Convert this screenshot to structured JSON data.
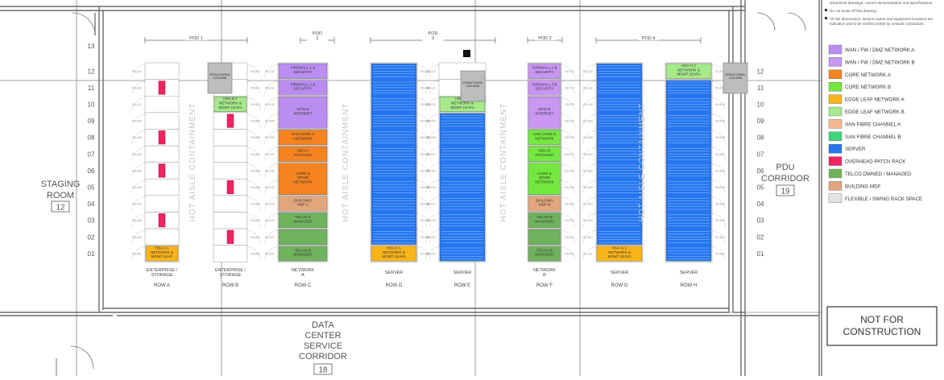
{
  "notes": {
    "line1": "disciplined drawings, current documentation and specifications",
    "line2": "Do not scale off this drawing.",
    "line3a": "All site dimensions, service routes and equipment locations are",
    "line3b": "indicative and to be verified onsite by network contractors."
  },
  "legend": [
    {
      "label": "WAN / FW / DMZ NETWORK A",
      "color": "#b98ef0"
    },
    {
      "label": "WAN / FW / DMZ NETWORK B",
      "color": "#c996f2"
    },
    {
      "label": "CORE NETWORK A",
      "color": "#f5831f"
    },
    {
      "label": "CORE NETWORK B",
      "color": "#74e83e"
    },
    {
      "label": "EDGE LEAF NETWORK A",
      "color": "#f9b41a"
    },
    {
      "label": "EDGE LEAF NETWORK B",
      "color": "#a6ea8a"
    },
    {
      "label": "SAN FIBRE CHANNEL A",
      "color": "#f4b990"
    },
    {
      "label": "SAN FIBRE CHANNEL B",
      "color": "#3ed57f"
    },
    {
      "label": "SERVER",
      "color": "#2476f0"
    },
    {
      "label": "OVERHEAD PATCH RACK",
      "color": "#ef2560"
    },
    {
      "label": "TELCO OWNED / MANAGED",
      "color": "#6fb35c"
    },
    {
      "label": "BUILDING MDF",
      "color": "#e2a67c"
    },
    {
      "label": "FLEXIBLE / SWING RACK SPACE",
      "color": "#e4e4e4"
    }
  ],
  "stamp": {
    "line1": "NOT FOR",
    "line2": "CONSTRUCTION"
  },
  "rooms": {
    "staging": {
      "line1": "STAGING",
      "line2": "ROOM",
      "number": "12"
    },
    "pdu": {
      "line1": "PDU",
      "line2": "CORRIDOR",
      "number": "19"
    },
    "corridor": {
      "line1": "DATA",
      "line2": "CENTER",
      "line3": "SERVICE",
      "line4": "CORRIDOR",
      "number": "18"
    }
  },
  "pods": [
    {
      "label": "POD 1"
    },
    {
      "label": "POD\n2"
    },
    {
      "label": "POD\n3"
    },
    {
      "label": "POD 2"
    },
    {
      "label": "POD 4"
    }
  ],
  "rack_numbers_left": [
    "13",
    "12",
    "11",
    "10",
    "09",
    "08",
    "07",
    "06",
    "05",
    "04",
    "03",
    "02",
    "01"
  ],
  "rack_numbers_right": [
    "12",
    "11",
    "10",
    "09",
    "08",
    "07",
    "06",
    "05",
    "04",
    "03",
    "02",
    "01"
  ],
  "aisle_label": "HOT AISLE CONTAINMENT",
  "structural_column": "STRUCTURAL\nCOLUMN",
  "rows": [
    {
      "id": "A",
      "type": "ENTERPRISE /\nSTORAGE",
      "label": "ROW A"
    },
    {
      "id": "B",
      "type": "ENTERPRISE /\nSTORAGE",
      "label": "ROW B"
    },
    {
      "id": "C",
      "type": "NETWORK\nA",
      "label": "ROW C"
    },
    {
      "id": "D",
      "type": "SERVER",
      "label": "ROW D"
    },
    {
      "id": "E",
      "type": "SERVER",
      "label": "ROW E"
    },
    {
      "id": "F",
      "type": "NETWORK\nB",
      "label": "ROW F"
    },
    {
      "id": "G",
      "type": "SERVER",
      "label": "ROW G"
    },
    {
      "id": "H",
      "type": "SERVER",
      "label": "ROW H"
    }
  ],
  "rack_blocks": [
    {
      "row": "A",
      "from": 1,
      "to": 1,
      "cat": "EDGE LEAF NETWORK A",
      "text": "HDA A 1\nNETWORK &\nMGMT LEAF"
    },
    {
      "row": "B",
      "from": 10,
      "to": 10,
      "cat": "EDGE LEAF NETWORK B",
      "text": "HDA B 1\nNETWORK &\nMGMT LEAFs"
    },
    {
      "row": "C",
      "from": 12,
      "to": 12,
      "cat": "WAN / FW / DMZ NETWORK A",
      "text": "FIREWALL 1 &\nSECURITY"
    },
    {
      "row": "C",
      "from": 11,
      "to": 11,
      "cat": "WAN / FW / DMZ NETWORK A",
      "text": "FIREWALL 2 &\nSECURITY"
    },
    {
      "row": "C",
      "from": 9,
      "to": 10,
      "cat": "WAN / FW / DMZ NETWORK A",
      "text": "WAN &\nINTERNET"
    },
    {
      "row": "C",
      "from": 8,
      "to": 8,
      "cat": "CORE NETWORK A",
      "text": "SAN CORE A\nNETWORK"
    },
    {
      "row": "C",
      "from": 7,
      "to": 7,
      "cat": "CORE NETWORK A",
      "text": "MDA A\nPATCHING"
    },
    {
      "row": "C",
      "from": 5,
      "to": 6,
      "cat": "CORE NETWORK A",
      "text": "CORE &\nSPINE\nNETWORK"
    },
    {
      "row": "C",
      "from": 4,
      "to": 4,
      "cat": "BUILDING MDF",
      "text": "BUILDING\nMDF A"
    },
    {
      "row": "C",
      "from": 3,
      "to": 3,
      "cat": "TELCO OWNED / MANAGED",
      "text": "TELCO B\nMANAGED"
    },
    {
      "row": "C",
      "from": 2,
      "to": 2,
      "cat": "TELCO OWNED / MANAGED",
      "text": ""
    },
    {
      "row": "C",
      "from": 1,
      "to": 1,
      "cat": "TELCO OWNED / MANAGED",
      "text": "TELCO B\nMANAGED"
    },
    {
      "row": "D",
      "from": 2,
      "to": 12,
      "cat": "SERVER",
      "text": ""
    },
    {
      "row": "D",
      "from": 1,
      "to": 1,
      "cat": "EDGE LEAF NETWORK A",
      "text": "HDA D 1\nNETWORK &\nMGMT LEAFs"
    },
    {
      "row": "E",
      "from": 10,
      "to": 10,
      "cat": "EDGE LEAF NETWORK B",
      "text": "HDA E 2\nNETWORK &\nMGMT LEAFs"
    },
    {
      "row": "E",
      "from": 1,
      "to": 9,
      "cat": "SERVER",
      "text": ""
    },
    {
      "row": "F",
      "from": 12,
      "to": 12,
      "cat": "WAN / FW / DMZ NETWORK B",
      "text": "FIREWALL 1 B\nSECURITY"
    },
    {
      "row": "F",
      "from": 11,
      "to": 11,
      "cat": "WAN / FW / DMZ NETWORK B",
      "text": "FIREWALL 2 B\nSECURITY"
    },
    {
      "row": "F",
      "from": 9,
      "to": 10,
      "cat": "WAN / FW / DMZ NETWORK B",
      "text": "WAN B\nINTERNET"
    },
    {
      "row": "F",
      "from": 8,
      "to": 8,
      "cat": "CORE NETWORK B",
      "text": "SAN CORE B\nNETWORK"
    },
    {
      "row": "F",
      "from": 7,
      "to": 7,
      "cat": "CORE NETWORK B",
      "text": "MDA B\nPATCHING"
    },
    {
      "row": "F",
      "from": 5,
      "to": 6,
      "cat": "CORE NETWORK B",
      "text": "CORE &\nSPINE\nNETWORK"
    },
    {
      "row": "F",
      "from": 4,
      "to": 4,
      "cat": "BUILDING MDF",
      "text": "BUILDING\nMDF B"
    },
    {
      "row": "F",
      "from": 3,
      "to": 3,
      "cat": "TELCO OWNED / MANAGED",
      "text": "TELCO B\nMANAGED"
    },
    {
      "row": "F",
      "from": 2,
      "to": 2,
      "cat": "TELCO OWNED / MANAGED",
      "text": ""
    },
    {
      "row": "F",
      "from": 1,
      "to": 1,
      "cat": "TELCO OWNED / MANAGED",
      "text": "TELCO B\nMANAGED"
    },
    {
      "row": "G",
      "from": 2,
      "to": 12,
      "cat": "SERVER",
      "text": ""
    },
    {
      "row": "G",
      "from": 1,
      "to": 1,
      "cat": "EDGE LEAF NETWORK A",
      "text": "HDA G 1\nNETWORK &\nMGMT LEAFs"
    },
    {
      "row": "H",
      "from": 12,
      "to": 12,
      "cat": "EDGE LEAF NETWORK B",
      "text": "HDA H 2\nNETWORK &\nMGMT LEAFs"
    },
    {
      "row": "H",
      "from": 1,
      "to": 11,
      "cat": "SERVER",
      "text": ""
    }
  ],
  "patch_racks": [
    {
      "row": "A",
      "positions": [
        11,
        8,
        6,
        3
      ]
    },
    {
      "row": "B",
      "positions": [
        9,
        5,
        2
      ]
    }
  ]
}
